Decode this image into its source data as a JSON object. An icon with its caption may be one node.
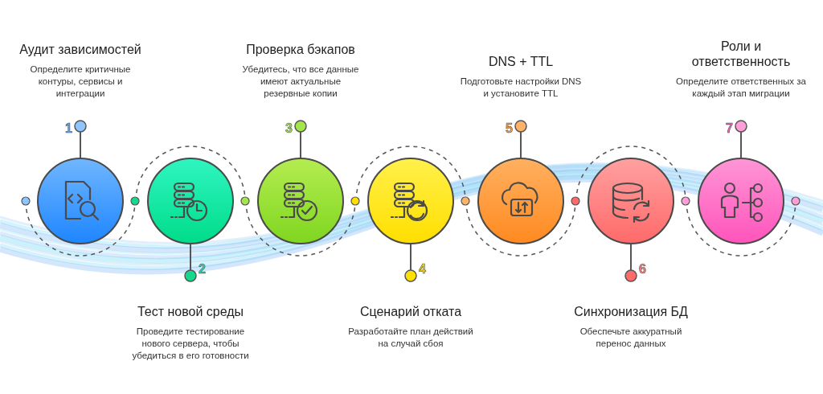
{
  "diagram": {
    "nodes": [
      {
        "text": [],
        "shape": "circle",
        "beside": [
          "1"
        ]
      },
      {
        "text": [],
        "shape": "circle",
        "beside": [
          "2"
        ]
      },
      {
        "text": [],
        "shape": "circle",
        "beside": [
          "3"
        ]
      },
      {
        "text": [],
        "shape": "circle",
        "beside": [
          "4"
        ]
      },
      {
        "text": [],
        "shape": "circle",
        "beside": [
          "5"
        ]
      },
      {
        "text": [],
        "shape": "circle",
        "beside": [
          "6"
        ]
      },
      {
        "text": [],
        "shape": "circle",
        "beside": [
          "7"
        ]
      },
      {
        "text": [
          "Аудит зависимостей",
          "Определите критичные контуры, сервисы и интеграции"
        ]
      },
      {
        "text": [
          "Тест новой среды",
          "Проведите тестирование нового сервера, чтобы убедиться в его готовности"
        ]
      },
      {
        "text": [
          "Проверка бэкапов",
          "Убедитесь, что все данные имеют актуальные резервные копии"
        ]
      },
      {
        "text": [
          "Сценарий отката",
          "Разработайте план действий на случай сбоя"
        ]
      },
      {
        "text": [
          "DNS + TTL",
          "Подготовьте настройки DNS и установите TTL"
        ]
      },
      {
        "text": [
          "Синхронизация БД",
          "Обеспечьте аккуратный перенос данных"
        ]
      },
      {
        "text": [
          "Роли и ответственность",
          "Определите ответственных за каждый этап миграции"
        ]
      }
    ],
    "edges": [
      {
        "from": 0,
        "to": 7,
        "arrow": "other"
      },
      {
        "from": 1,
        "to": 8,
        "arrow": "other"
      },
      {
        "from": 2,
        "to": 9,
        "arrow": "other"
      },
      {
        "from": 3,
        "to": 10,
        "arrow": "other"
      },
      {
        "from": 4,
        "to": 11,
        "arrow": "other"
      },
      {
        "from": 5,
        "to": 12,
        "arrow": "other"
      },
      {
        "from": 6,
        "to": 13,
        "arrow": "other"
      }
    ]
  }
}
